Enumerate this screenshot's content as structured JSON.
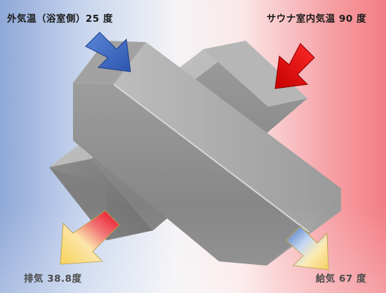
{
  "labels": {
    "outside_air": "外気温（浴室側）25 度",
    "sauna_air": "サウナ室内気温 90 度",
    "exhaust": "排気 38.8度",
    "supply": "給気 67 度"
  },
  "colors": {
    "cold": "#3e6dc3",
    "hot": "#e00000",
    "warm_out": "#f7d24a",
    "block_light": "#c2c2c2",
    "block_mid": "#a9a9a9",
    "block_dark": "#8a8a8a"
  },
  "icons": {
    "outside_air_arrow": "arrow-down-right-blue",
    "sauna_air_arrow": "arrow-down-left-red",
    "exhaust_arrow": "arrow-down-left-red-to-yellow",
    "supply_arrow": "arrow-down-right-blue-to-yellow"
  }
}
